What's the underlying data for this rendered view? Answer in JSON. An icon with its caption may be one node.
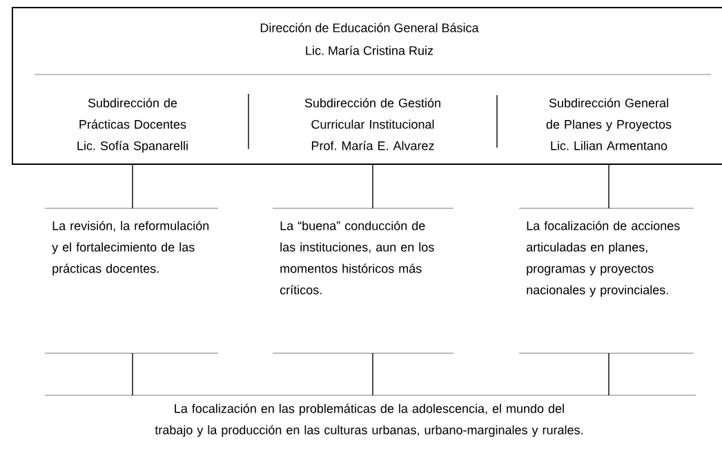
{
  "diagram": {
    "nodes": [
      {
        "text": [
          "Dirección de Educación General Básica",
          "Lic. María Cristina Ruiz"
        ]
      },
      {
        "text": [
          "Subdirección de Prácticas Docentes",
          "Lic. Sofía Spanarelli"
        ],
        "in": 0
      },
      {
        "text": [
          "Subdirección de Gestión Curricular Institucional",
          "Prof. María E. Alvarez"
        ],
        "in": 0
      },
      {
        "text": [
          "Subdirección General de Planes y Proyectos",
          "Lic. Lilian Armentano"
        ],
        "in": 0
      },
      {
        "text": [
          "La revisión, la reformulación y el fortalecimiento de las prácticas docentes."
        ]
      },
      {
        "text": [
          "La “buena” conducción de las instituciones, aun en los momentos históricos más críticos."
        ]
      },
      {
        "text": [
          "La focalización de acciones articuladas en planes, programas y proyectos nacionales y provinciales."
        ]
      },
      {
        "text": [
          "La focalización en las problemáticas de la adolescencia, el mundo del trabajo y la producción en las culturas urbanas, urbano-marginales y rurales."
        ]
      }
    ],
    "edges": [
      {
        "from": 1,
        "to": 4,
        "arrow": "none"
      },
      {
        "from": 2,
        "to": 5,
        "arrow": "none"
      },
      {
        "from": 3,
        "to": 6,
        "arrow": "none"
      },
      {
        "from": 4,
        "to": 7,
        "arrow": "none"
      },
      {
        "from": 5,
        "to": 7,
        "arrow": "none"
      },
      {
        "from": 6,
        "to": 7,
        "arrow": "none"
      }
    ]
  }
}
